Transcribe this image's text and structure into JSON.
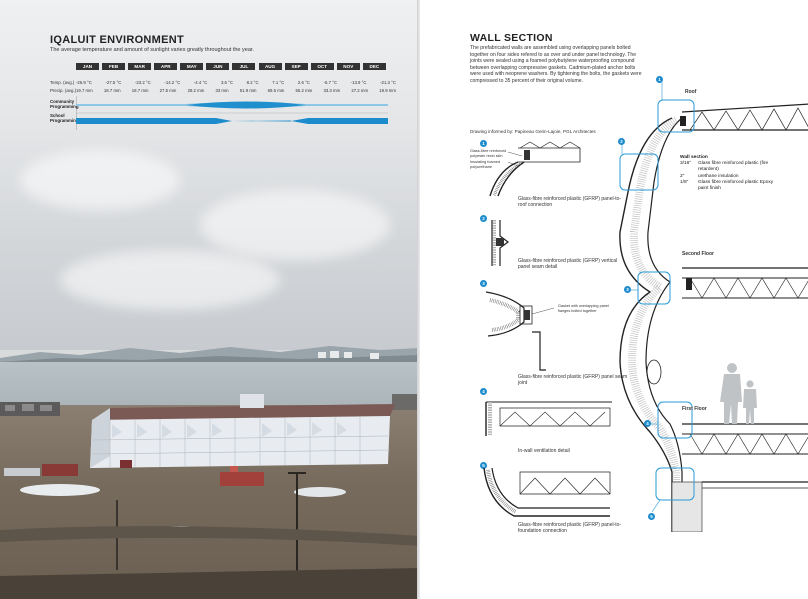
{
  "left_page": {
    "title": "IQALUIT ENVIRONMENT",
    "subtitle": "The average temperature and amount of sunlight varies greatly throughout the year.",
    "months": [
      "JAN",
      "FEB",
      "MAR",
      "APR",
      "MAY",
      "JUN",
      "JUL",
      "AUG",
      "SEP",
      "OCT",
      "NOV",
      "DEC"
    ],
    "temp_label": "Temp. (avg.)",
    "precip_label": "Precip. (avg.)",
    "temps": [
      "-26.9 °C",
      "-27.5 °C",
      "-23.2 °C",
      "-14.2 °C",
      "-4.4 °C",
      "3.6 °C",
      "8.2 °C",
      "7.1 °C",
      "2.6 °C",
      "-5.7 °C",
      "-13.9 °C",
      "-21.3 °C"
    ],
    "precips": [
      "19.7 mm",
      "18.7 mm",
      "18.7 mm",
      "27.5 mm",
      "28.2 mm",
      "33 mm",
      "51.9 mm",
      "69.5 mm",
      "55.2 mm",
      "33.3 mm",
      "27.2 mm",
      "19.9 mm"
    ],
    "community_label": "Community Programming",
    "school_label": "School Programming"
  },
  "right_page": {
    "title": "WALL SECTION",
    "body": "The prefabricated walls are assembled using overlapping panels bolted together on four sides refered to as over and under panel technology. The joints were sealed using a foamed polybutylene waterproofing compound between overlapping compressive gaskets. Cadmium-plated anchor bolts were used with neoprene washers. By tightening the bolts, the gaskets were compressed to 35 percent of their original volume.",
    "credit": "Drawing informed by: Papineau Gerin-Lajoie, PGL Architectes",
    "details": [
      {
        "num": "1",
        "caption": "Glass-fibre reinforced plastic (GFRP) panel-to-roof connection",
        "callouts": [
          "Glass-fibre reinforced polyester resin skin",
          "Insulating foamed polyurethane"
        ]
      },
      {
        "num": "2",
        "caption": "Glass-fibre reinforced plastic (GFRP) vertical panel seam detail"
      },
      {
        "num": "3",
        "caption": "Glass-fibre reinforced plastic (GFRP) panel seam joint",
        "callouts": [
          "Gasket with overlapping panel flanges bolted together"
        ]
      },
      {
        "num": "4",
        "caption": "In-wall ventilation detail"
      },
      {
        "num": "5",
        "caption": "Glass-fibre reinforced plastic (GFRP) panel-to-foundation connection"
      }
    ],
    "section_labels": {
      "roof": "Roof",
      "second_floor": "Second Floor",
      "first_floor": "First Floor"
    },
    "section_markers": [
      "1",
      "2",
      "3",
      "4",
      "5"
    ],
    "wall_section": {
      "title": "Wall section",
      "layers": [
        {
          "thickness": "3/16\"",
          "material": "Glass fibre reinforced plastic (fire retardent)"
        },
        {
          "thickness": "2\"",
          "material": "urethane insulation"
        },
        {
          "thickness": "1/8\"",
          "material": "Glass fibre reinforced plastic Epoxy paint finish"
        }
      ]
    },
    "colors": {
      "accent": "#1d8ccc",
      "callout": "#2a9bd6"
    }
  }
}
